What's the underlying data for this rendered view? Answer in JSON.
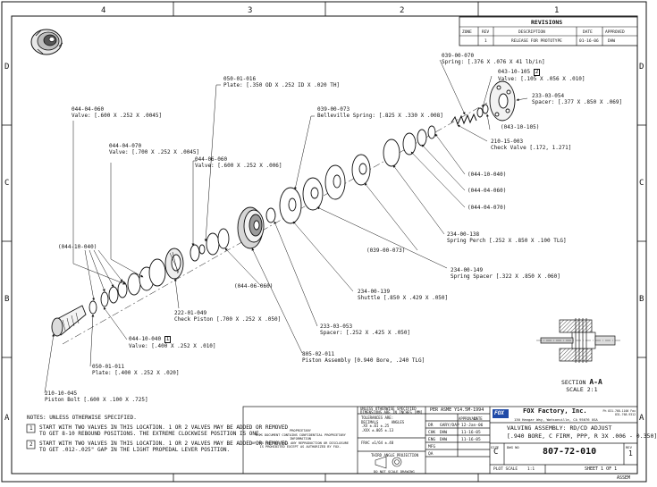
{
  "zone_labels": {
    "columns": [
      "4",
      "3",
      "2",
      "1"
    ],
    "rows": [
      "D",
      "C",
      "B",
      "A"
    ]
  },
  "revisions": {
    "title": "REVISIONS",
    "headers": [
      "ZONE",
      "REV",
      "DESCRIPTION",
      "DATE",
      "APPROVED"
    ],
    "row": {
      "zone": "",
      "rev": "1",
      "description": "RELEASE FOR PROTOTYPE",
      "date": "01-16-06",
      "approved": "DHW"
    }
  },
  "callouts": [
    {
      "id": "c_050_01_016",
      "part": "050-01-016",
      "desc": "Plate: [.350 OD X .252 ID X .020 TH]"
    },
    {
      "id": "c_044_04_060",
      "part": "044-04-060",
      "desc": "Valve: [.600 X .252 X .0045]"
    },
    {
      "id": "c_044_04_070",
      "part": "044-04-070",
      "desc": "Valve: [.700 X .252 X .0045]"
    },
    {
      "id": "c_044_06_060",
      "part": "044-06-060",
      "desc": "Valve: [.600 X .252 X .006]"
    },
    {
      "id": "c_039_00_073",
      "part": "039-00-073",
      "desc": "Belleville Spring: [.825 X .330 X .008]"
    },
    {
      "id": "c_039_00_070",
      "part": "039-00-070",
      "desc": "Spring: [.376 X .076 X 41 lb/in]"
    },
    {
      "id": "c_043_10_105",
      "part": "043-10-105",
      "qty": "2",
      "desc": "Valve: [.105 X .056 X .010]"
    },
    {
      "id": "c_233_03_054",
      "part": "233-03-054",
      "desc": "Spacer: [.377 X .850 X .069]"
    },
    {
      "id": "c_043_10_105r",
      "part": "(043-10-105)",
      "desc": ""
    },
    {
      "id": "c_210_15_003",
      "part": "210-15-003",
      "desc": "Check Valve [.172, 1.271]"
    },
    {
      "id": "c_044_10_040r",
      "part": "(044-10-040)",
      "desc": ""
    },
    {
      "id": "c_044_04_060r",
      "part": "(044-04-060)",
      "desc": ""
    },
    {
      "id": "c_044_04_070r",
      "part": "(044-04-070)",
      "desc": ""
    },
    {
      "id": "c_234_00_138",
      "part": "234-00-138",
      "desc": "Spring Perch [.252 X .850 X .100 TLG]"
    },
    {
      "id": "c_039_00_073r",
      "part": "(039-00-073)",
      "desc": ""
    },
    {
      "id": "c_234_00_149",
      "part": "234-00-149",
      "desc": "Spring Spacer [.322 X .850 X .060]"
    },
    {
      "id": "c_234_00_139",
      "part": "234-00-139",
      "desc": "Shuttle [.850 X .429 X .050]"
    },
    {
      "id": "c_044_06_060r",
      "part": "(044-06-060)",
      "desc": ""
    },
    {
      "id": "c_233_03_053",
      "part": "233-03-053",
      "desc": "Spacer: [.252 X .425 X .050]"
    },
    {
      "id": "c_222_01_049",
      "part": "222-01-049",
      "desc": "Check Piston [.700 X .252 X .050]"
    },
    {
      "id": "c_805_02_011",
      "part": "805-02-011",
      "desc": "Piston Assembly [0.940 Bore, .240 TLG]"
    },
    {
      "id": "c_044_10_040l",
      "part": "(044-10-040)",
      "desc": ""
    },
    {
      "id": "c_044_10_040",
      "part": "044-10-040",
      "qty": "1",
      "desc": "Valve: [.400 X .252 X .010]"
    },
    {
      "id": "c_050_01_011",
      "part": "050-01-011",
      "desc": "Plate: [.400 X .252 X .020]"
    },
    {
      "id": "c_210_10_045",
      "part": "210-10-045",
      "desc": "Piston Bolt [.600 X .100 X .725]"
    }
  ],
  "section": {
    "title": "SECTION",
    "name": "A-A",
    "scale": "SCALE  2:1"
  },
  "notes": {
    "title": "NOTES: UNLESS OTHERWISE SPECIFIED.",
    "items": [
      {
        "num": "1",
        "line1": "START WITH TWO VALVES IN THIS LOCATION. 1 OR 2 VALVES MAY BE ADDED OR REMOVED",
        "line2": "TO GET 8-10 REBOUND POSITIONS.  THE EXTREME CLOCKWISE POSITION IS ONE."
      },
      {
        "num": "2",
        "line1": "START WITH TWO VALVES IN THIS LOCATION. 1 OR 2 VALVES MAY BE ADDED OR REMOVED",
        "line2": "TO GET .012-.025\" GAP IN THE LIGHT PROPEDAL LEVER POSITION."
      }
    ]
  },
  "title_block": {
    "spec_lines": [
      "UNLESS OTHERWISE SPECIFIED",
      "DIMENSIONS ARE IN INCHES [MM]"
    ],
    "tolerances": "TOLERANCES ARE:",
    "decimals": "DECIMALS",
    "angles": "ANGLES",
    "tol_rows": [
      ".XX ±.01  ±.25",
      ".XXX ±.005  ±.13",
      "FRAC ±1/64  ±.40"
    ],
    "third_angle": "THIRD ANGLE PROJECTION",
    "do_not_scale": "DO NOT SCALE DRAWING",
    "proprietary": [
      "PROPRIETARY",
      "THIS DOCUMENT CONTAINS CONFIDENTIAL PROPRIETARY INFORMATION",
      "OF FOX FACTORY INC.  ANY REPRODUCTION OR DISCLOSURE",
      "IS PROHIBITED EXCEPT AS AUTHORIZED BY FOX."
    ],
    "per_asme": "PER ASME Y14.5M-1994",
    "approvals_header": [
      "",
      "APPROVALS",
      "DATE"
    ],
    "approvals": [
      {
        "role": "DR",
        "name": "GARY/DAP",
        "date": "12-Jan-06"
      },
      {
        "role": "CHK",
        "name": "DHW",
        "date": "11-16-05"
      },
      {
        "role": "ENG",
        "name": "DHW",
        "date": "11-16-05"
      },
      {
        "role": "MFG",
        "name": "",
        "date": ""
      },
      {
        "role": "QA",
        "name": "",
        "date": ""
      }
    ],
    "company": "FOX Factory, Inc.",
    "logo": "FOX",
    "address": "130 Hangar Way, Watsonville, CA 95076 USA",
    "phone": "Ph 831-768-1100  Fax 831-768-9312",
    "title_line1": "VALVING ASSEMBLY: RD/CD ADJUST",
    "title_line2": "[.940 BORE, C FIRM, PPP, R 3X .006 - 0.350]",
    "size_label": "SIZE",
    "size": "C",
    "dwg_label": "DWG NO",
    "dwg_no": "807-72-010",
    "rev_label": "REV",
    "rev": "1",
    "plot_scale_label": "PLOT SCALE",
    "plot_scale": "1:1",
    "sheet": "SHEET 1 OF 1"
  },
  "corner_label": "ASSEM"
}
